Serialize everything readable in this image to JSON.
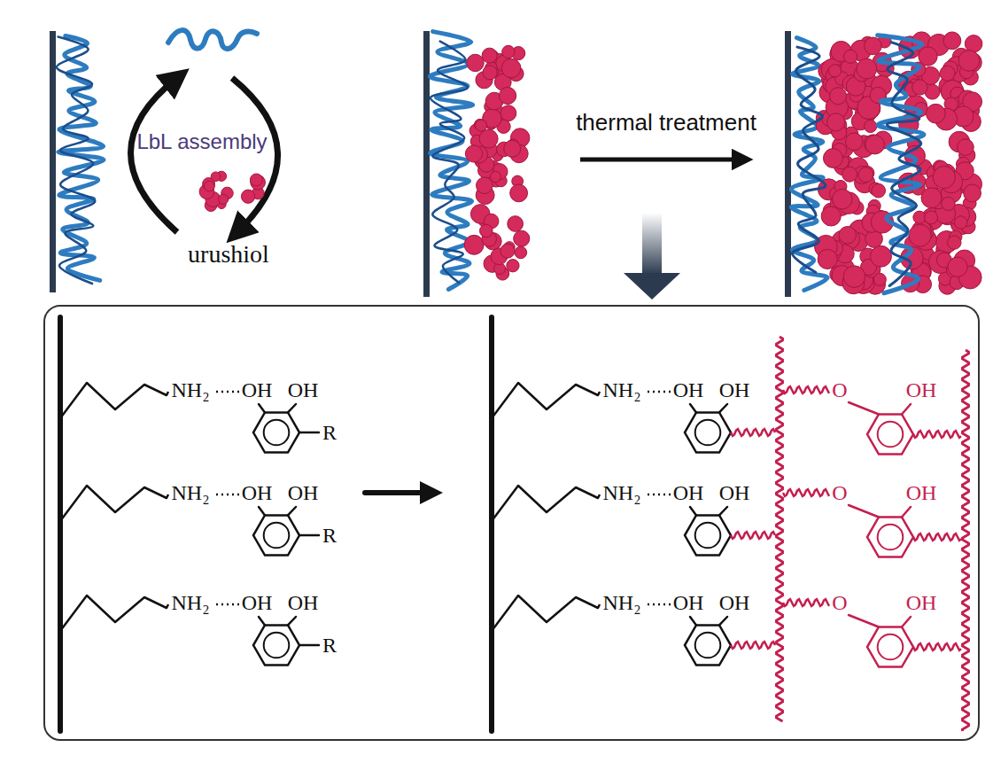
{
  "diagram": {
    "labels": [
      "LbL assembly",
      "urushiol",
      "thermal treatment",
      "NH₂",
      "OH",
      "OH",
      "R",
      "NH₂",
      "OH",
      "OH",
      "R",
      "NH₂",
      "OH",
      "OH",
      "R",
      "NH₂",
      "OH",
      "OH",
      "O",
      "OH",
      "NH₂",
      "OH",
      "OH",
      "O",
      "OH",
      "NH₂",
      "OH",
      "OH",
      "O",
      "OH"
    ]
  }
}
